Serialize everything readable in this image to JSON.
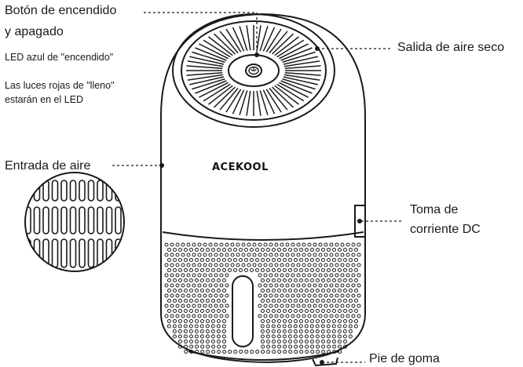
{
  "brand": "ACEKOOL",
  "labels": {
    "power_button": "Botón de encendido",
    "power_button_2": "y apagado",
    "led_blue": "LED azul de \"encendido\"",
    "led_red_1": "Las luces rojas de \"lleno\"",
    "led_red_2": "estarán en el LED",
    "air_outlet": "Salida de aire seco",
    "air_inlet": "Entrada de aire",
    "dc_socket_1": "Toma de",
    "dc_socket_2": "corriente DC",
    "rubber_foot": "Pie de goma"
  },
  "colors": {
    "line": "#1a1a1a",
    "background": "#ffffff"
  }
}
